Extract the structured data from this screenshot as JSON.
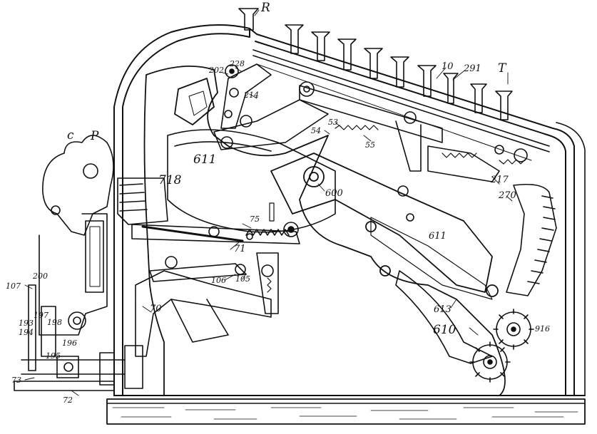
{
  "figure": {
    "labels": {
      "R": "R",
      "T": "T",
      "c": "c",
      "P": "P",
      "l10": "10",
      "l291": "291",
      "l228": "228",
      "l202": "202",
      "l214": "214",
      "l54": "54",
      "l53": "53",
      "l55": "55",
      "l611a": "611",
      "l611b": "611",
      "l718": "718",
      "l600": "600",
      "l217": "217",
      "l270": "270",
      "l75": "75",
      "l71": "71",
      "l106": "106",
      "l105": "105",
      "l70": "70",
      "l613": "613",
      "l610": "610",
      "l916": "916",
      "l107": "107",
      "l200": "200",
      "l197": "197",
      "l198": "198",
      "l193": "193",
      "l194": "194",
      "l196": "196",
      "l195": "195",
      "l73": "73",
      "l72": "72"
    }
  }
}
